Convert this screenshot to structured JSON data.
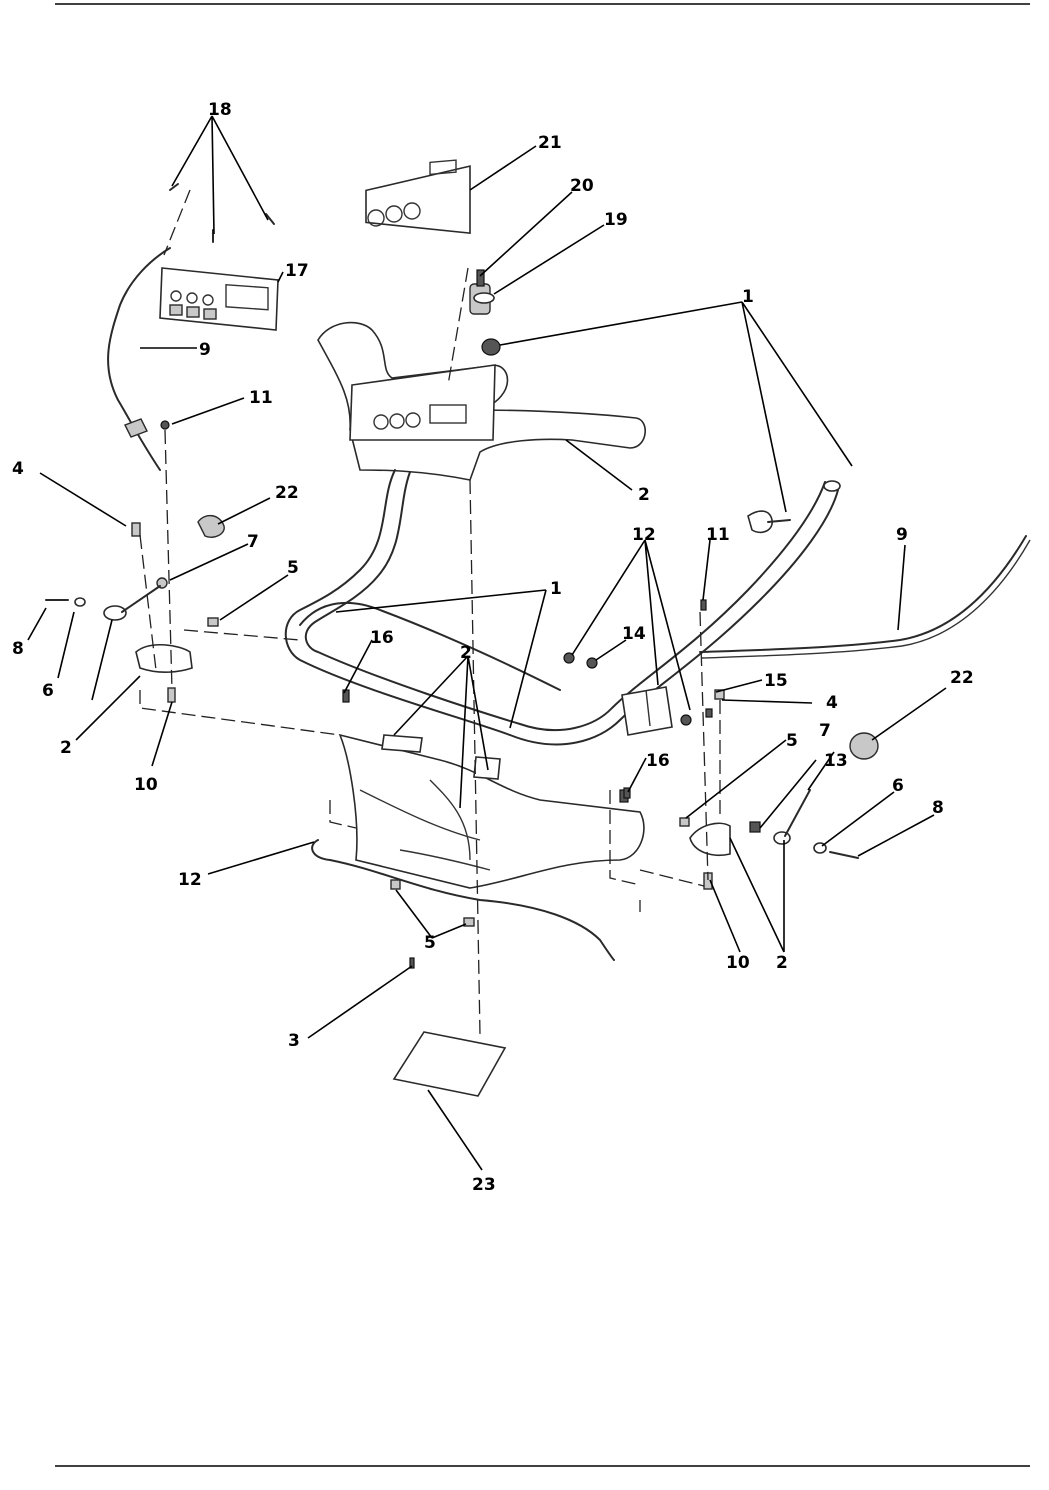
{
  "callouts": [
    {
      "id": "c18",
      "label": "18"
    },
    {
      "id": "c21",
      "label": "21"
    },
    {
      "id": "c20",
      "label": "20"
    },
    {
      "id": "c19",
      "label": "19"
    },
    {
      "id": "c17",
      "label": "17"
    },
    {
      "id": "c1a",
      "label": "1"
    },
    {
      "id": "c9a",
      "label": "9"
    },
    {
      "id": "c11a",
      "label": "11"
    },
    {
      "id": "c4a",
      "label": "4"
    },
    {
      "id": "c22a",
      "label": "22"
    },
    {
      "id": "c2a",
      "label": "2"
    },
    {
      "id": "c7a",
      "label": "7"
    },
    {
      "id": "c5a",
      "label": "5"
    },
    {
      "id": "c8a",
      "label": "8"
    },
    {
      "id": "c6a",
      "label": "6"
    },
    {
      "id": "c2b",
      "label": "2"
    },
    {
      "id": "c10a",
      "label": "10"
    },
    {
      "id": "c12a",
      "label": "12"
    },
    {
      "id": "c11b",
      "label": "11"
    },
    {
      "id": "c9b",
      "label": "9"
    },
    {
      "id": "c1b",
      "label": "1"
    },
    {
      "id": "c14",
      "label": "14"
    },
    {
      "id": "c16a",
      "label": "16"
    },
    {
      "id": "c2c",
      "label": "2"
    },
    {
      "id": "c15",
      "label": "15"
    },
    {
      "id": "c4b",
      "label": "4"
    },
    {
      "id": "c22b",
      "label": "22"
    },
    {
      "id": "c5b",
      "label": "5"
    },
    {
      "id": "c13",
      "label": "13"
    },
    {
      "id": "c7b",
      "label": "7"
    },
    {
      "id": "c16b",
      "label": "16"
    },
    {
      "id": "c6b",
      "label": "6"
    },
    {
      "id": "c8b",
      "label": "8"
    },
    {
      "id": "c12b",
      "label": "12"
    },
    {
      "id": "c5c",
      "label": "5"
    },
    {
      "id": "c10b",
      "label": "10"
    },
    {
      "id": "c2d",
      "label": "2"
    },
    {
      "id": "c3",
      "label": "3"
    },
    {
      "id": "c23",
      "label": "23"
    }
  ]
}
